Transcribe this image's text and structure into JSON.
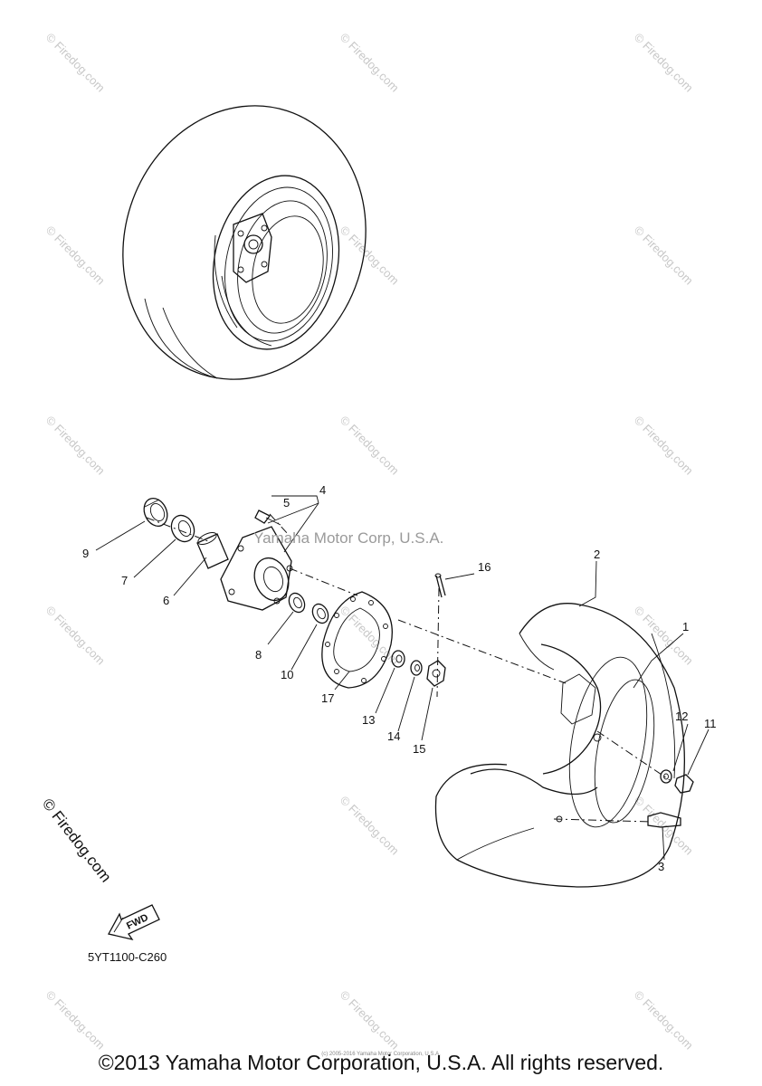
{
  "watermark": {
    "text": "© Firedog.com",
    "center_text": "Yamaha Motor Corp, U.S.A."
  },
  "fwd_label": "FWD",
  "callouts": [
    "1",
    "2",
    "3",
    "4",
    "5",
    "6",
    "7",
    "8",
    "9",
    "10",
    "11",
    "12",
    "13",
    "14",
    "15",
    "16",
    "17"
  ],
  "diagram_code": "5YT1100-C260",
  "side_watermark": "© Firedog.com",
  "tiny_line": "(c) 2005-2016 Yamaha Motor Corporation, U.S.A.",
  "copyright": "©2013 Yamaha Motor Corporation, U.S.A. All rights reserved.",
  "colors": {
    "line": "#111111",
    "watermark": "#c8c8c8"
  }
}
